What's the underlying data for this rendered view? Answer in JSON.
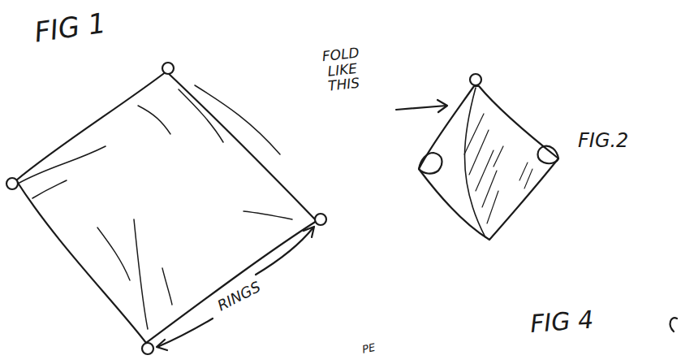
{
  "diagram": {
    "labels": [
      "FIG 1",
      "FOLD LIKE THIS",
      "FIG.2",
      "RINGS",
      "FIG 4",
      "PE"
    ]
  }
}
